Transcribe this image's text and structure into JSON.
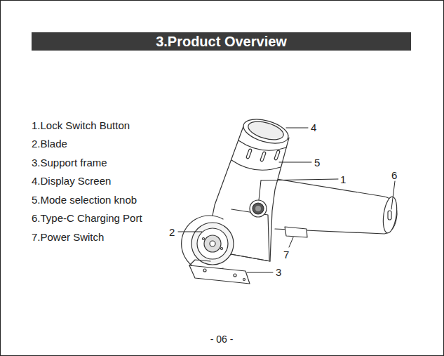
{
  "diagram": {
    "title": "3.Product Overview",
    "labels": [
      "1.Lock Switch Button",
      "2.Blade",
      "3.Support frame",
      "4.Display Screen",
      "5.Mode selection knob",
      "6.Type-C Charging Port",
      "7.Power Switch",
      "4",
      "5",
      "1",
      "6",
      "2",
      "7",
      "3",
      "- 06 -"
    ]
  }
}
